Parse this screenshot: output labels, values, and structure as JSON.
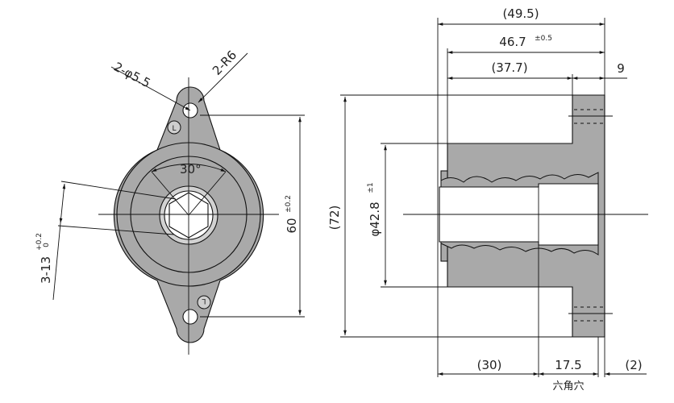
{
  "front_view": {
    "hole_callout": "2-φ5.5",
    "radius_callout": "2-R6",
    "angle": "30°",
    "height_dim": "60",
    "height_tol": "±0.2",
    "hex_dim": "3-13",
    "hex_tol_upper": "+0.2",
    "hex_tol_lower": "0",
    "mark_top": "L",
    "mark_bottom": "L"
  },
  "side_view": {
    "overall_length": "(49.5)",
    "length_467": "46.7",
    "length_467_tol": "±0.5",
    "length_377": "(37.7)",
    "flange_width": "9",
    "overall_height": "(72)",
    "diameter": "φ42.8",
    "diameter_tol": "±1",
    "length_30": "(30)",
    "length_175": "17.5",
    "length_2": "(2)",
    "hex_hole_label": "六角穴"
  }
}
